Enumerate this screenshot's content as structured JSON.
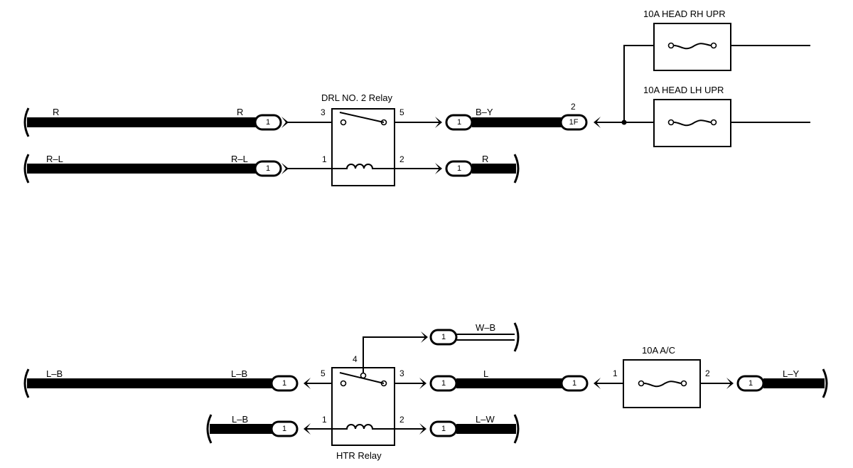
{
  "relays": {
    "drl2": {
      "title": "DRL NO. 2 Relay",
      "pins": {
        "p3": "3",
        "p5": "5",
        "p1": "1",
        "p2": "2"
      }
    },
    "htr": {
      "title": "HTR Relay",
      "pins": {
        "p5": "5",
        "p3": "3",
        "p1": "1",
        "p2": "2",
        "p4": "4"
      }
    }
  },
  "fuses": {
    "head_rh": "10A HEAD RH UPR",
    "head_lh": "10A HEAD LH UPR",
    "ac": {
      "label": "10A A/C",
      "pin_in": "1",
      "pin_out": "2"
    }
  },
  "wires": {
    "w1_left": "R",
    "w1_right": "R",
    "w2_left": "R–L",
    "w2_right": "R–L",
    "by": "B–Y",
    "r_out": "R",
    "wb": "W–B",
    "lb_left": "L–B",
    "lb_right": "L–B",
    "l_mid": "L",
    "ly": "L–Y",
    "lb2": "L–B",
    "lw": "L–W"
  },
  "connectors": {
    "one": "1",
    "one_f": "1F",
    "one_f_pin": "2"
  }
}
